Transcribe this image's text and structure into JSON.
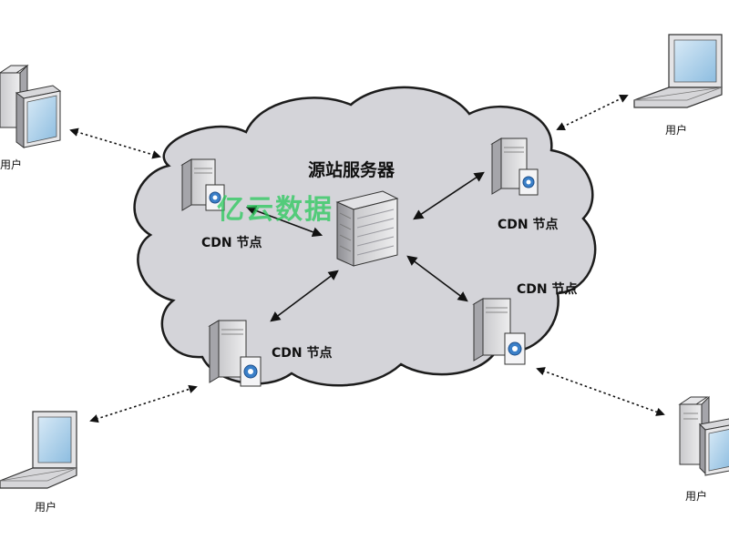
{
  "diagram": {
    "origin_server": {
      "label": "源站服务器"
    },
    "cdn_nodes": [
      {
        "label": "CDN 节点"
      },
      {
        "label": "CDN 节点"
      },
      {
        "label": "CDN 节点"
      },
      {
        "label": "CDN 节点"
      }
    ],
    "users": [
      {
        "label": "用户"
      },
      {
        "label": "用户"
      },
      {
        "label": "用户"
      },
      {
        "label": "用户"
      }
    ],
    "watermark": "亿云数据",
    "colors": {
      "cloud_fill": "#d4d4d9",
      "cloud_stroke": "#1c1c1c",
      "watermark": "#28c85a",
      "screen": "#a9cde9"
    }
  }
}
